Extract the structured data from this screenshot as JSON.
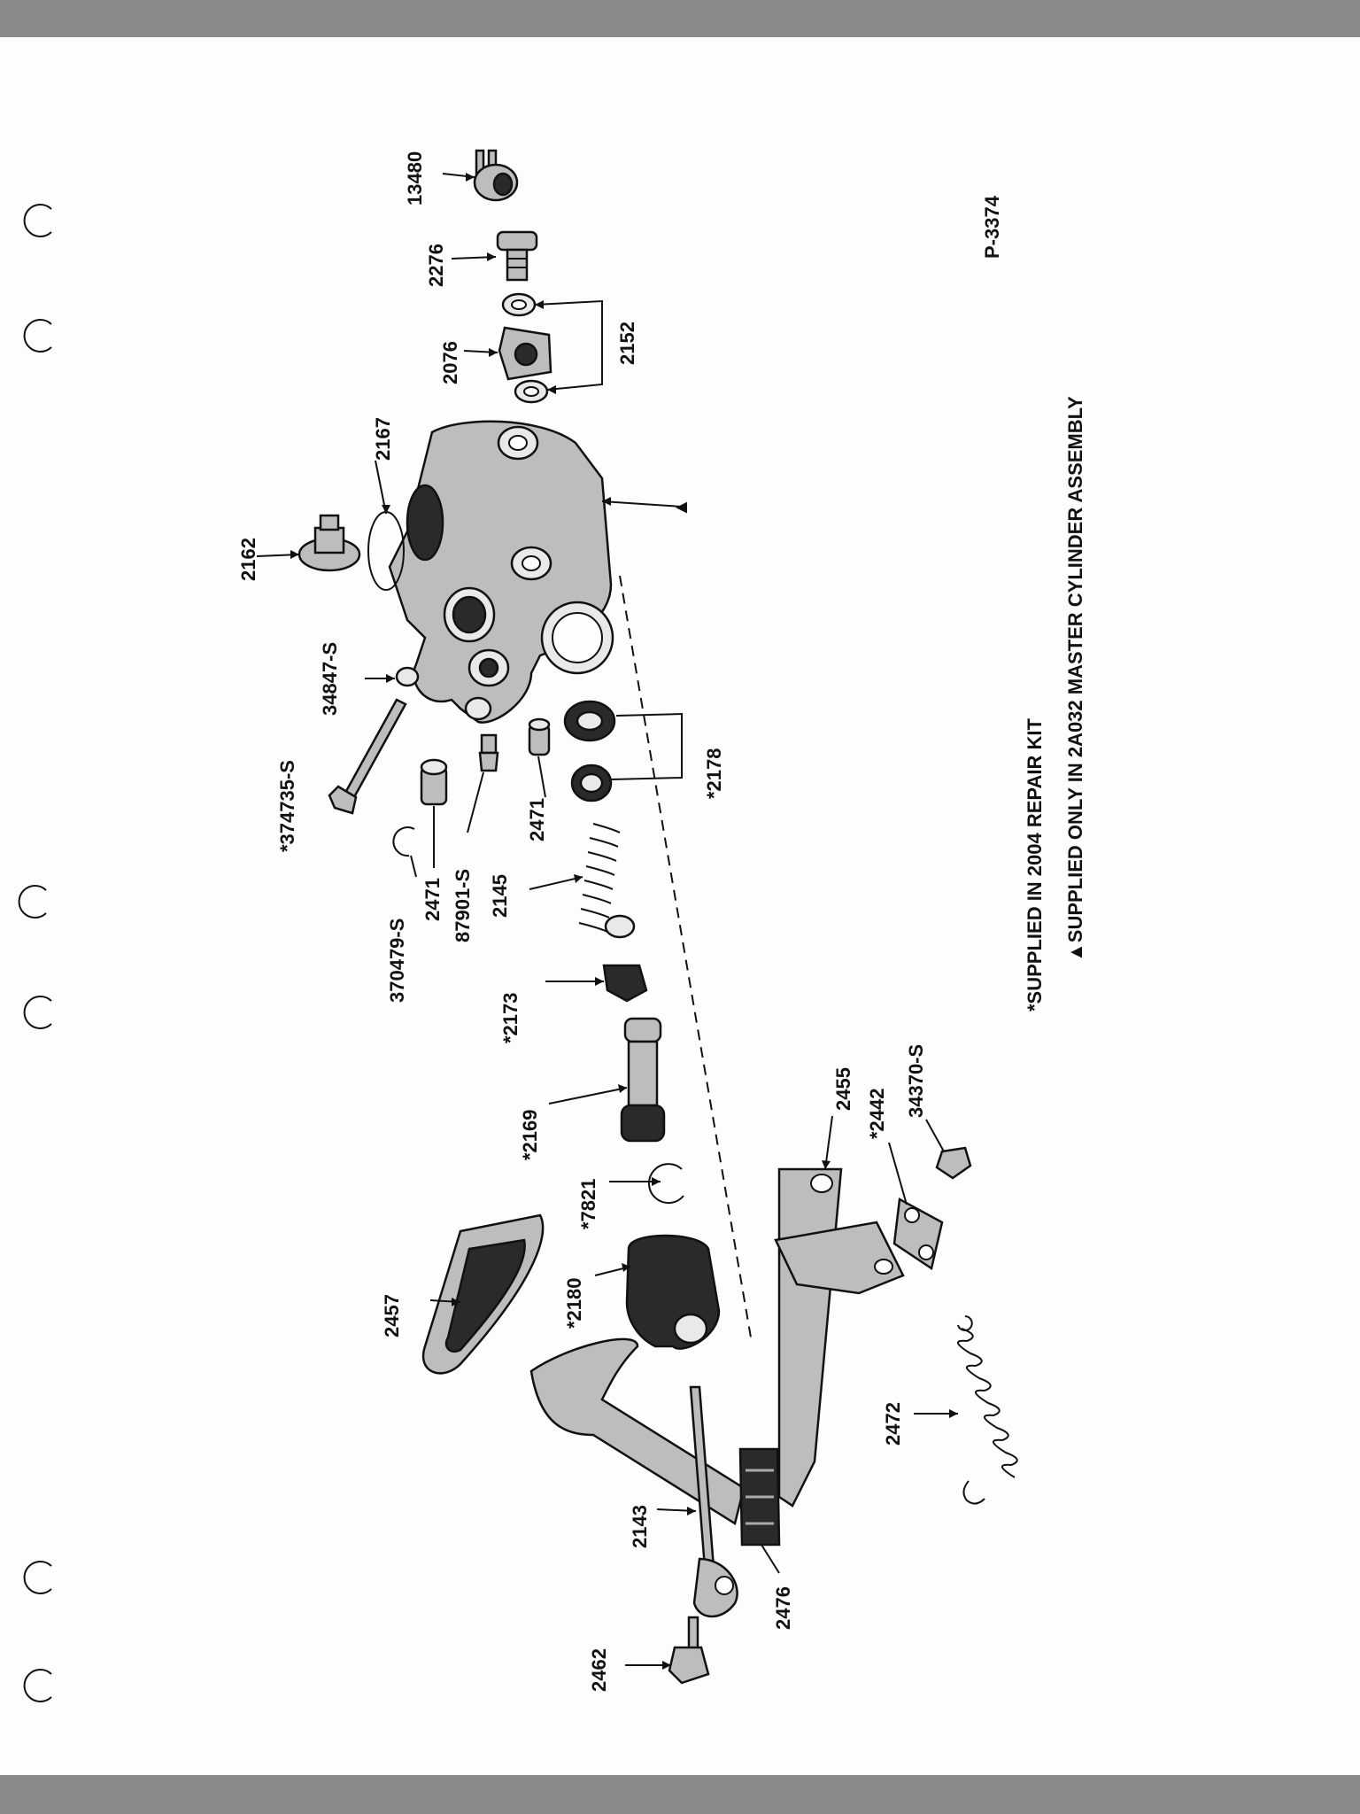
{
  "figure_id": "P-3374",
  "notes": [
    "*SUPPLIED IN 2004 REPAIR KIT",
    "▲SUPPLIED ONLY IN 2A032 MASTER CYLINDER ASSEMBLY"
  ],
  "parts": {
    "p13480": "13480",
    "p2276": "2276",
    "p2152": "2152",
    "p2076": "2076",
    "p2167": "2167",
    "p2162": "2162",
    "pA": "▲",
    "p34847S": "34847-S",
    "p374735S": "*374735-S",
    "p370479S": "370479-S",
    "p2471a": "2471",
    "p87901S": "87901-S",
    "p2145": "2145",
    "p2471b": "2471",
    "p2178": "*2178",
    "p2173": "*2173",
    "p2169": "*2169",
    "p7821": "*7821",
    "p2180": "*2180",
    "p2457": "2457",
    "p2455": "2455",
    "p2442": "*2442",
    "p34370S": "34370-S",
    "p2472": "2472",
    "p2143": "2143",
    "p2476": "2476",
    "p2462": "2462"
  },
  "colors": {
    "frame_bar": "#8a8a8a",
    "paper": "#fdfdfb",
    "ink": "#111111"
  }
}
